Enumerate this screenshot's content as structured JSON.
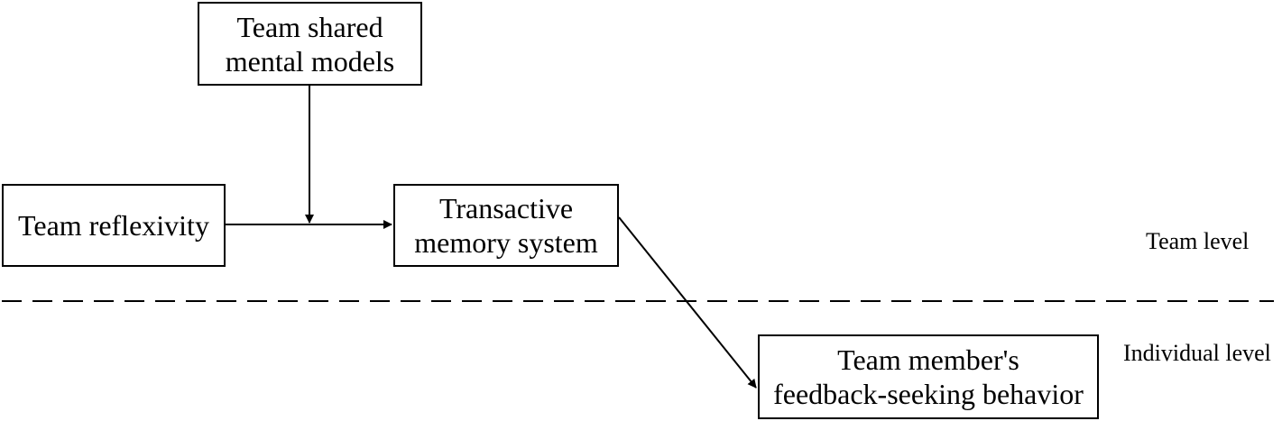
{
  "diagram": {
    "nodes": {
      "team_shared_mental_models": {
        "lines": [
          "Team shared",
          "mental models"
        ]
      },
      "team_reflexivity": {
        "lines": [
          "Team reflexivity"
        ]
      },
      "transactive_memory_system": {
        "lines": [
          "Transactive",
          "memory system"
        ]
      },
      "feedback_seeking_behavior": {
        "lines": [
          "Team member's",
          "feedback-seeking behavior"
        ]
      }
    },
    "levels": {
      "team": "Team level",
      "individual": "Individual level"
    },
    "edges": [
      {
        "from": "team_reflexivity",
        "to": "transactive_memory_system",
        "style": "solid-arrow"
      },
      {
        "from": "team_shared_mental_models",
        "to": "team_reflexivity->transactive_memory_system",
        "style": "solid-arrow",
        "role": "moderation"
      },
      {
        "from": "transactive_memory_system",
        "to": "feedback_seeking_behavior",
        "style": "solid-arrow"
      }
    ],
    "divider": {
      "style": "dashed",
      "separates": [
        "team",
        "individual"
      ]
    }
  }
}
